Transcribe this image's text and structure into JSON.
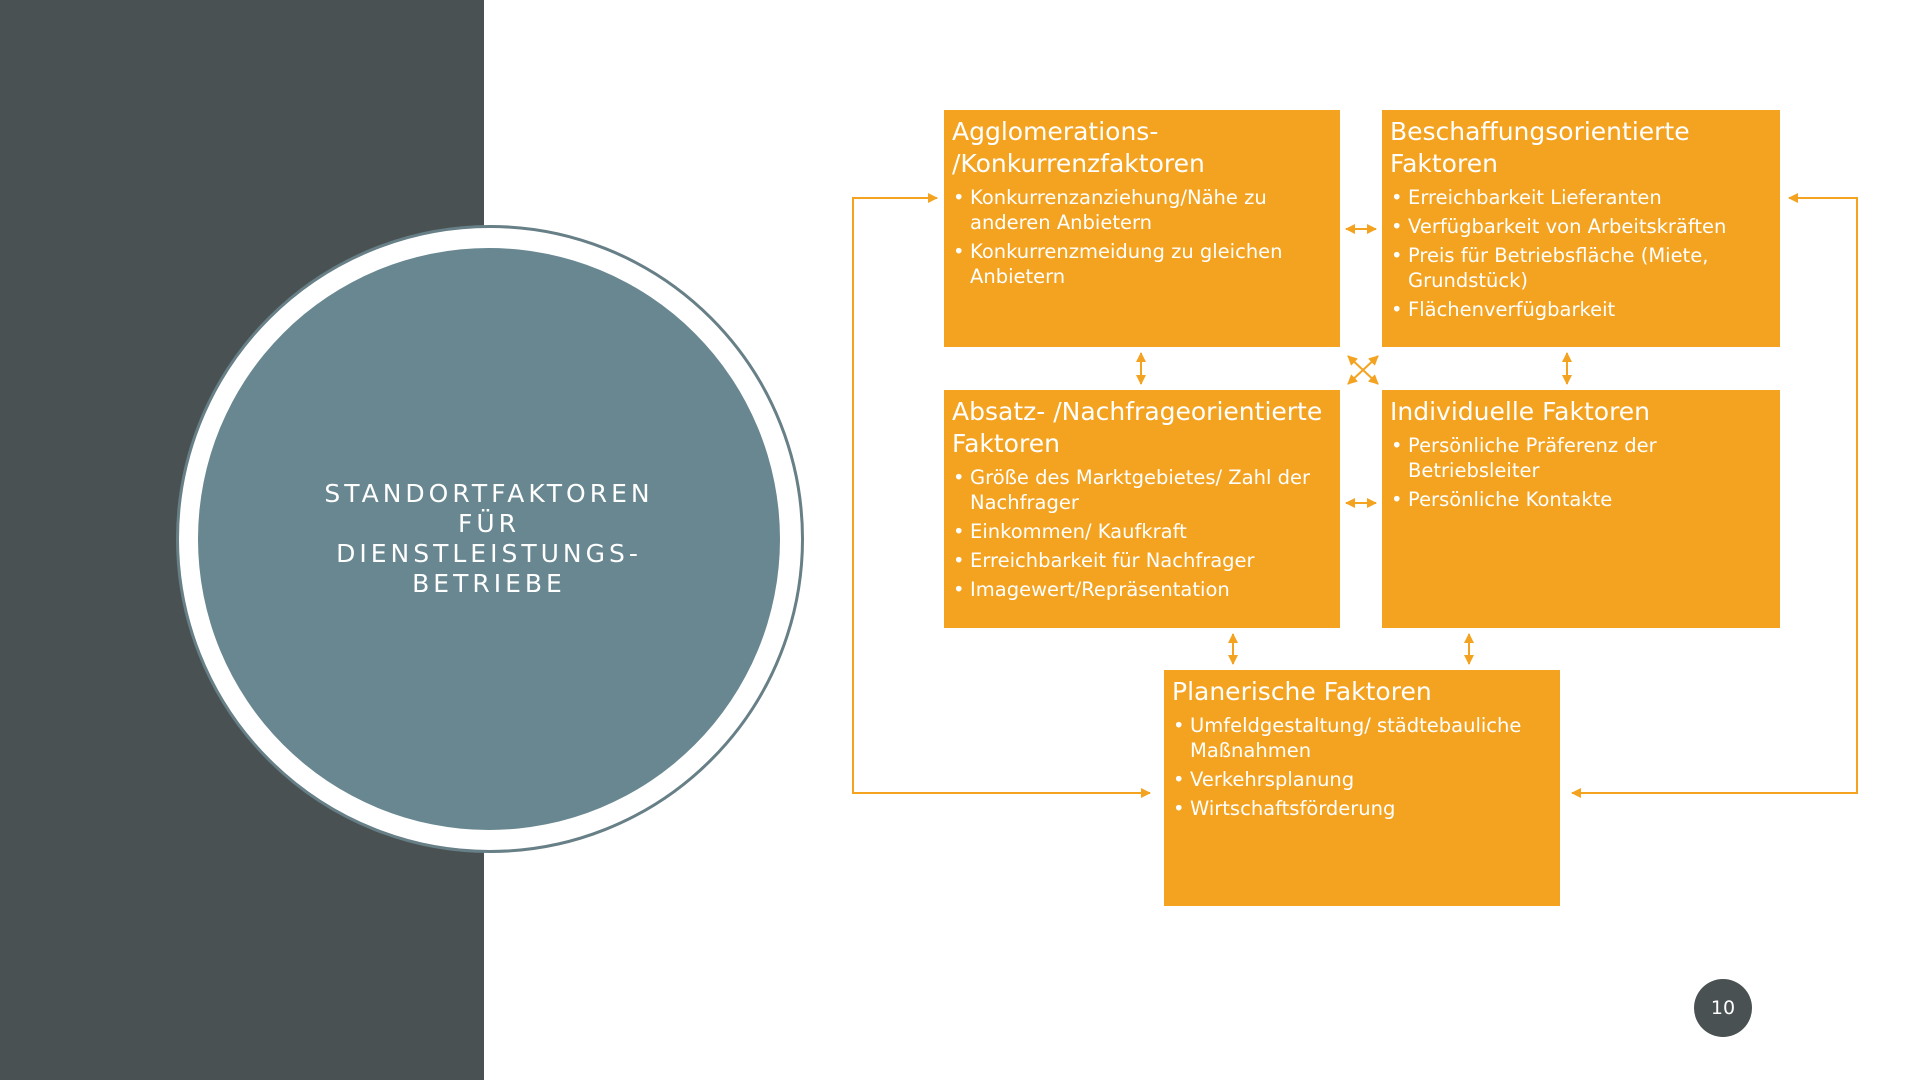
{
  "slide": {
    "title_lines": [
      "STANDORTFAKTOREN",
      "FÜR",
      "DIENSTLEISTUNGS-",
      "BETRIEBE"
    ],
    "page_number": "10"
  },
  "colors": {
    "left_panel": "#4a5152",
    "circle_fill": "#688790",
    "box_fill": "#f4a321",
    "connector": "#f4a321"
  },
  "boxes": {
    "agglomeration": {
      "title_lines": [
        "Agglomerations-",
        "/Konkurrenzfaktoren"
      ],
      "items": [
        "Konkurrenzanziehung/Nähe zu anderen Anbietern",
        "Konkurrenzmeidung zu gleichen Anbietern"
      ]
    },
    "beschaffung": {
      "title_lines": [
        "Beschaffungsorientierte",
        "Faktoren"
      ],
      "items": [
        "Erreichbarkeit Lieferanten",
        "Verfügbarkeit von Arbeitskräften",
        "Preis für Betriebsfläche (Miete, Grundstück)",
        "Flächenverfügbarkeit"
      ]
    },
    "absatz": {
      "title_lines": [
        "Absatz- /Nachfrageorientierte",
        "Faktoren"
      ],
      "items": [
        "Größe des Marktgebietes/ Zahl der Nachfrager",
        "Einkommen/ Kaufkraft",
        "Erreichbarkeit für Nachfrager",
        "Imagewert/Repräsentation"
      ]
    },
    "individuell": {
      "title_lines": [
        "Individuelle Faktoren"
      ],
      "items": [
        "Persönliche Präferenz der Betriebsleiter",
        "Persönliche Kontakte"
      ]
    },
    "planerisch": {
      "title_lines": [
        "Planerische Faktoren"
      ],
      "items": [
        "Umfeldgestaltung/ städtebauliche Maßnahmen",
        "Verkehrsplanung",
        "Wirtschaftsförderung"
      ]
    }
  }
}
